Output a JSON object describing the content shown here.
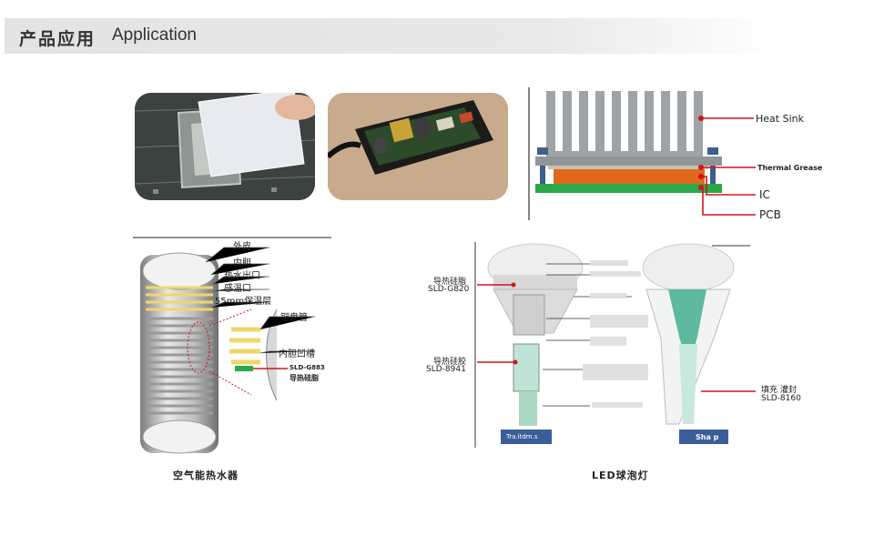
{
  "header": {
    "title_cn": "产品应用",
    "title_en": "Application"
  },
  "heatsink_diagram": {
    "labels": [
      "Heat Sink",
      "Thermal Grease",
      "IC",
      "PCB"
    ]
  },
  "water_heater": {
    "labels": [
      "外皮",
      "内胆",
      "热水出口",
      "感温口",
      "55mm保温层",
      "铜盘管",
      "内胆凹槽",
      "SLD-G883",
      "导热硅脂"
    ],
    "caption": "空气能热水器"
  },
  "led_bulb": {
    "left_labels": [
      {
        "name": "导热硅脂",
        "model": "SLD-G820"
      },
      {
        "name": "导热硅胶",
        "model": "SLD-8941"
      }
    ],
    "right_label": {
      "name": "填充 灌封",
      "model": "SLD-8160"
    },
    "bottom_tags": [
      "Tra.itdm.s",
      "Sha p"
    ],
    "caption": "LED球泡灯"
  },
  "colors": {
    "accent_red": "#d0141b",
    "header_bg": "#e6e6e6",
    "pcb_green": "#2aa84a",
    "ic_orange": "#e06a1c"
  }
}
